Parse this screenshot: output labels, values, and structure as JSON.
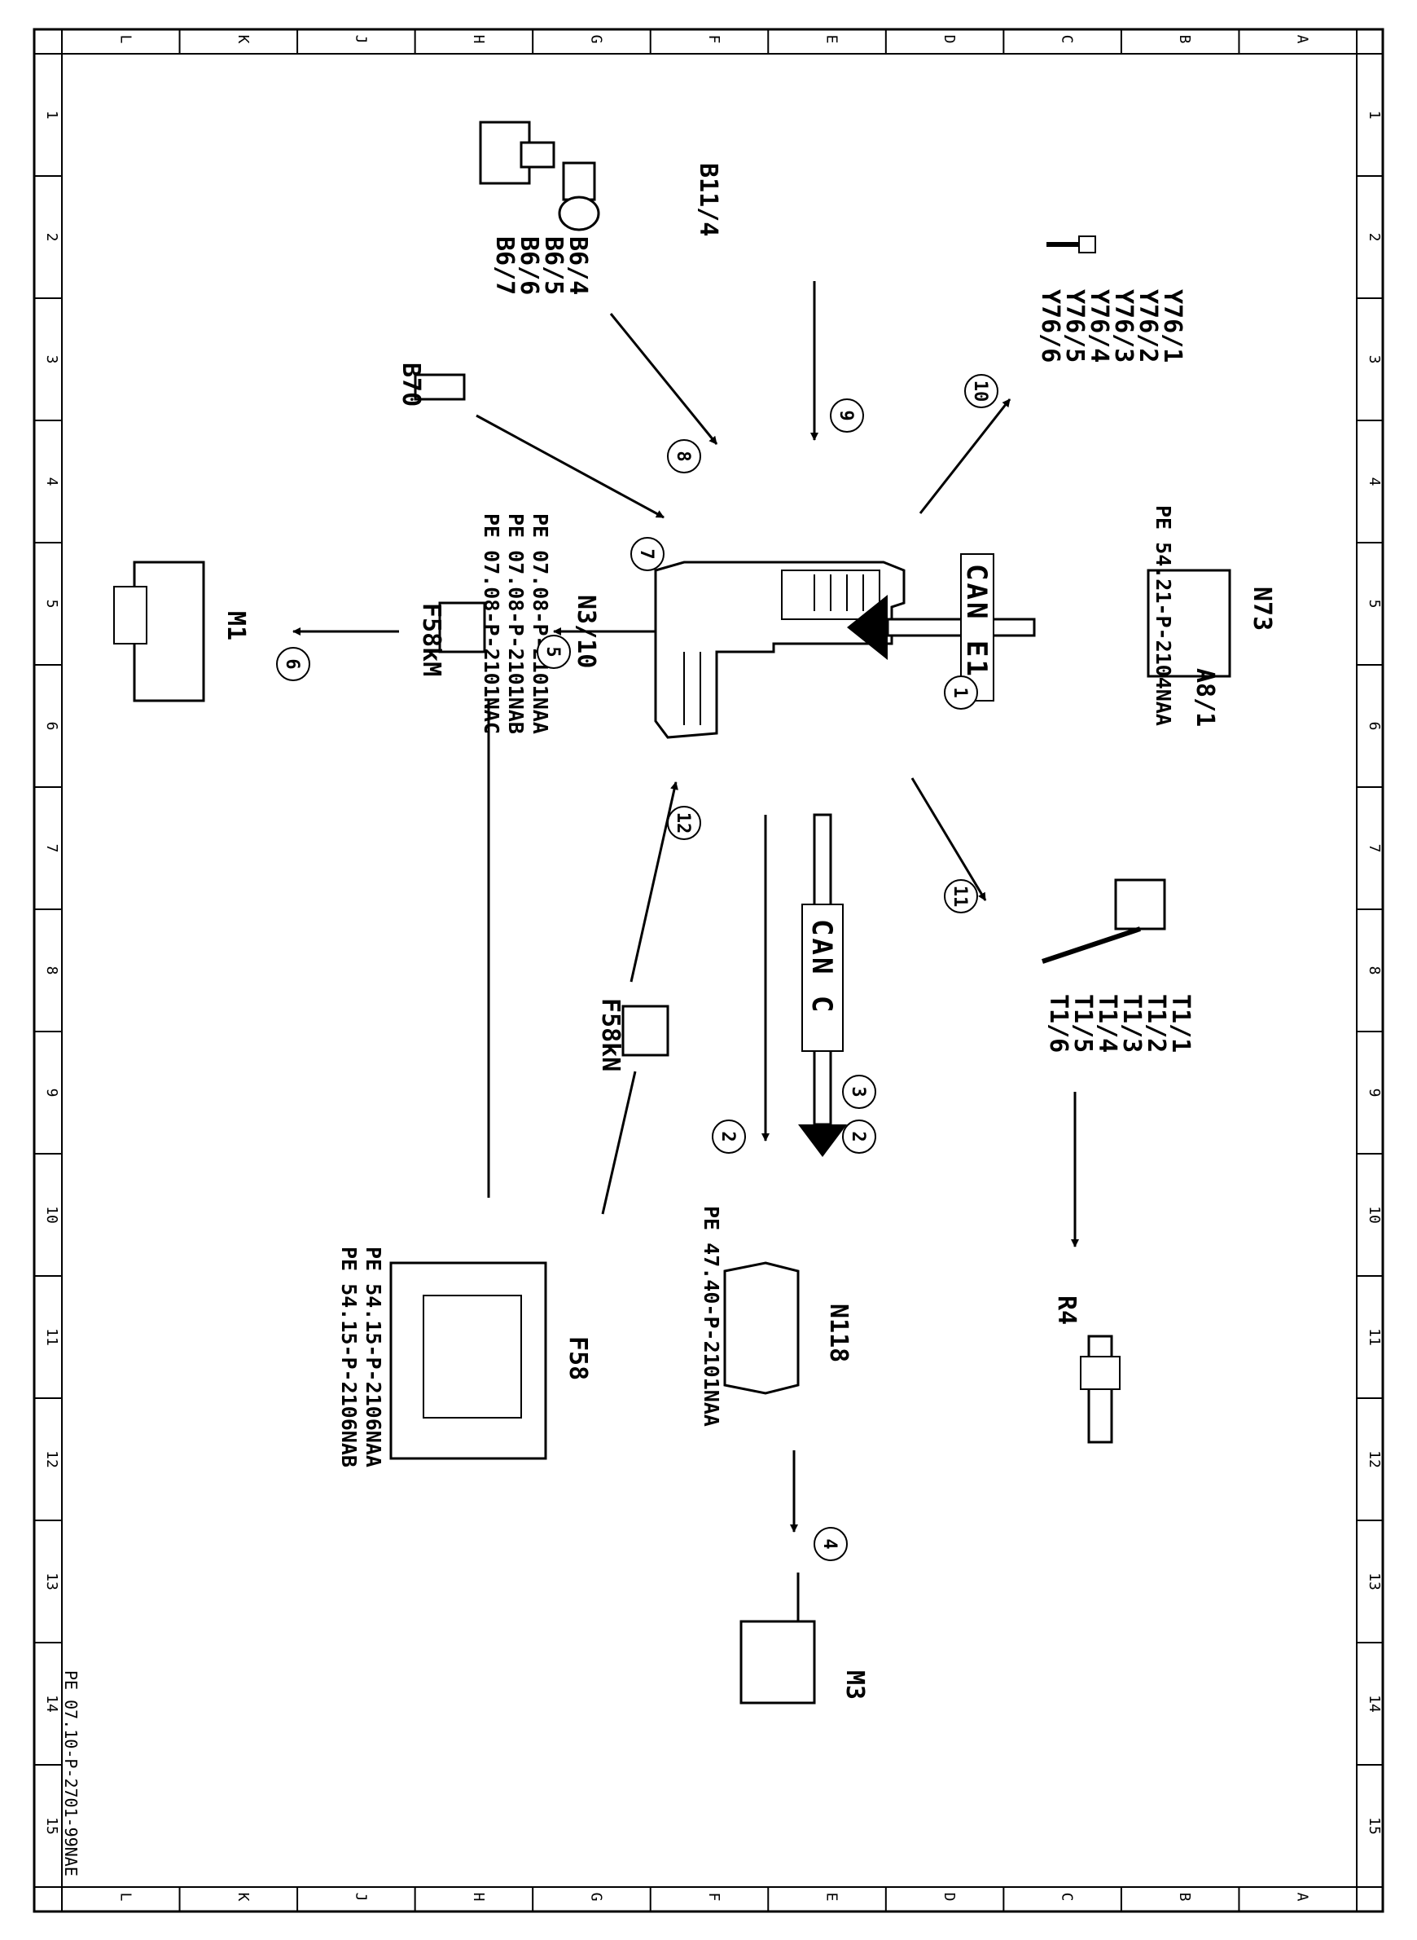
{
  "grid": {
    "columns": [
      "L",
      "K",
      "J",
      "H",
      "G",
      "F",
      "E",
      "D",
      "C",
      "B",
      "A"
    ],
    "rows": [
      "1",
      "2",
      "3",
      "4",
      "5",
      "6",
      "7",
      "8",
      "9",
      "10",
      "11",
      "12",
      "13",
      "14",
      "15"
    ]
  },
  "document_id": "PE 07.10-P-2701-99NAE",
  "buses": {
    "can_e1": "CAN E1",
    "can_c": "CAN C"
  },
  "components": {
    "b11_4": "B11/4",
    "b6": [
      "B6/4",
      "B6/5",
      "B6/6",
      "B6/7"
    ],
    "b70": "B70",
    "y76": [
      "Y76/1",
      "Y76/2",
      "Y76/3",
      "Y76/4",
      "Y76/5",
      "Y76/6"
    ],
    "n3_10": "N3/10",
    "n3_10_refs": [
      "PE 07.08-P-2101NAA",
      "PE 07.08-P-2101NAB",
      "PE 07.08-P-2101NAC"
    ],
    "n73": "N73",
    "a8_1": "A8/1",
    "n73_ref": "PE 54.21-P-2104NAA",
    "m1": "M1",
    "f58km": "F58kM",
    "f58kn": "F58kN",
    "f58": "F58",
    "f58_refs": [
      "PE 54.15-P-2106NAA",
      "PE 54.15-P-2106NAB"
    ],
    "t1": [
      "T1/1",
      "T1/2",
      "T1/3",
      "T1/4",
      "T1/5",
      "T1/6"
    ],
    "r4": "R4",
    "n118": "N118",
    "n118_ref": "PE 47.40-P-2101NAA",
    "m3": "M3"
  },
  "steps": [
    "1",
    "2",
    "3",
    "4",
    "5",
    "6",
    "7",
    "8",
    "9",
    "10",
    "11",
    "12"
  ],
  "icons": {
    "reference": "pointing-hand-icon"
  }
}
